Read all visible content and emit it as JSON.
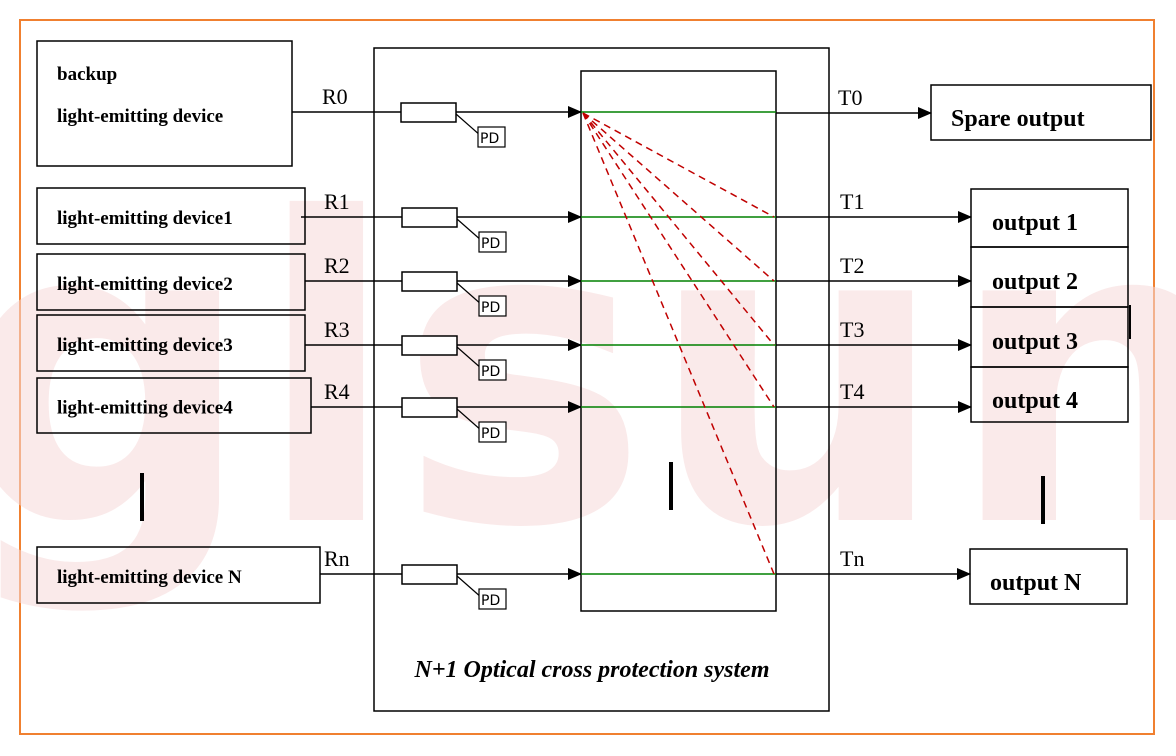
{
  "colors": {
    "frame": "#f08030",
    "signal_line": "#008000",
    "protection_line": "#c00000",
    "watermark": "#f7d9d9"
  },
  "watermark_text": "glsun",
  "system_label": "N+1 Optical cross protection system",
  "pd_label": "PD",
  "backup_device": {
    "line1": "backup",
    "line2": "light-emitting device",
    "input": "R0",
    "output": "T0",
    "target": "Spare output"
  },
  "channels": [
    {
      "device": "light-emitting device1",
      "input": "R1",
      "output": "T1",
      "target": "output 1"
    },
    {
      "device": "light-emitting device2",
      "input": "R2",
      "output": "T2",
      "target": "output 2"
    },
    {
      "device": "light-emitting device3",
      "input": "R3",
      "output": "T3",
      "target": "output 3"
    },
    {
      "device": "light-emitting device4",
      "input": "R4",
      "output": "T4",
      "target": "output 4"
    },
    {
      "device": "light-emitting device N",
      "input": "Rn",
      "output": "Tn",
      "target": "output N"
    }
  ]
}
